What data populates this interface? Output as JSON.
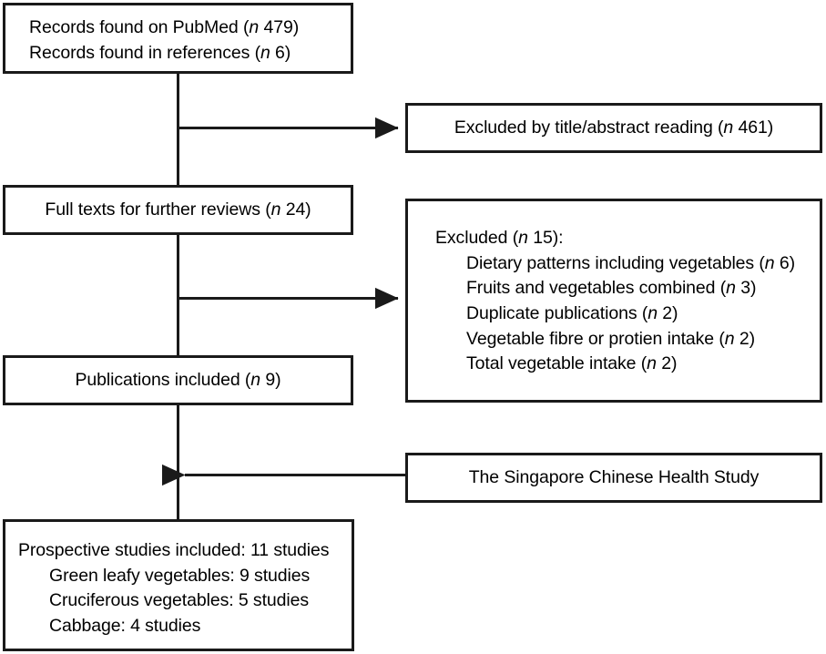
{
  "diagram": {
    "title": "Study selection flow diagram",
    "type": "flowchart",
    "colors": {
      "border": "#1a1a1a",
      "background": "#ffffff",
      "text": "#000000",
      "connector": "#1a1a1a"
    }
  },
  "nodes": {
    "records": {
      "name": "records-found",
      "lines": [
        {
          "text": "Records found on PubMed (",
          "italic_n": "n",
          "count": " 479)"
        },
        {
          "text": "Records found in references (",
          "italic_n": "n",
          "count": " 6)"
        }
      ],
      "line1_pre": "Records found on PubMed (",
      "line1_n": "n",
      "line1_post": " 479)",
      "line2_pre": "Records found in references (",
      "line2_n": "n",
      "line2_post": " 6)"
    },
    "excluded_title_abstract": {
      "name": "excluded-by-title-abstract",
      "pre": "Excluded by title/abstract reading (",
      "n": "n",
      "post": " 461)"
    },
    "full_texts": {
      "name": "full-texts-for-review",
      "pre": "Full texts for further reviews (",
      "n": "n",
      "post": " 24)"
    },
    "excluded_reasons": {
      "name": "excluded-with-reasons",
      "header_pre": "Excluded (",
      "header_n": "n",
      "header_post": " 15):",
      "items": [
        {
          "pre": "Dietary patterns including vegetables (",
          "n": "n",
          "post": " 6)"
        },
        {
          "pre": "Fruits and vegetables combined (",
          "n": "n",
          "post": " 3)"
        },
        {
          "pre": "Duplicate publications (",
          "n": "n",
          "post": " 2)"
        },
        {
          "pre": "Vegetable fibre or protien intake (",
          "n": "n",
          "post": " 2)"
        },
        {
          "pre": "Total vegetable intake (",
          "n": "n",
          "post": " 2)"
        }
      ]
    },
    "publications_included": {
      "name": "publications-included",
      "pre": "Publications included (",
      "n": "n",
      "post": " 9)"
    },
    "singapore_study": {
      "name": "singapore-chinese-health-study",
      "label": "The Singapore Chinese Health Study"
    },
    "prospective_included": {
      "name": "prospective-studies-included",
      "header": "Prospective studies included: 11 studies",
      "items": [
        "Green leafy vegetables: 9 studies",
        "Cruciferous vegetables: 5 studies",
        "Cabbage: 4 studies"
      ]
    }
  },
  "connectors": [
    {
      "name": "records-to-fulltexts",
      "from": "records",
      "to": "full_texts",
      "direction": "down",
      "arrow": false
    },
    {
      "name": "branch-to-excluded-title-abstract",
      "from": "trunk",
      "to": "excluded_title_abstract",
      "direction": "right",
      "arrow": true
    },
    {
      "name": "fulltexts-to-publications",
      "from": "full_texts",
      "to": "publications_included",
      "direction": "down",
      "arrow": false
    },
    {
      "name": "branch-to-excluded-reasons",
      "from": "trunk",
      "to": "excluded_reasons",
      "direction": "right",
      "arrow": true
    },
    {
      "name": "publications-to-prospective",
      "from": "publications_included",
      "to": "prospective_included",
      "direction": "down",
      "arrow": false
    },
    {
      "name": "singapore-into-trunk",
      "from": "singapore_study",
      "to": "trunk",
      "direction": "left",
      "arrow": true
    }
  ]
}
